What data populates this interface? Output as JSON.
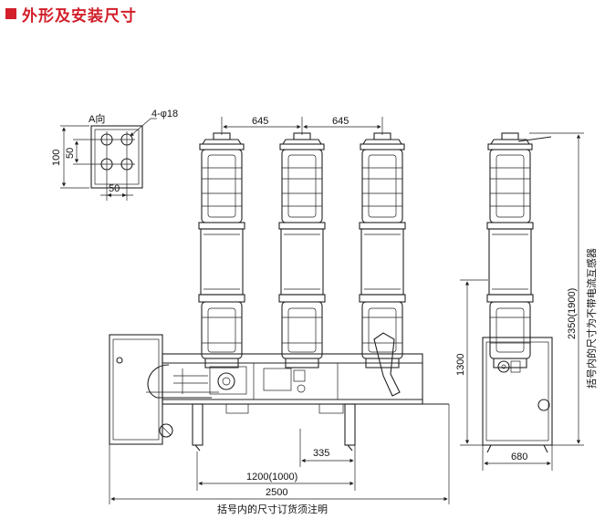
{
  "header": {
    "title": "外形及安装尺寸",
    "accent_color": "#d21f2a",
    "icon": "red-square-icon"
  },
  "detail_view": {
    "view_label": "A向",
    "hole_spec": "4-φ18",
    "dim_height": "100",
    "dim_hole_spacing_v": "50",
    "dim_hole_spacing_h": "50"
  },
  "front_view": {
    "pole_spacing_left": "645",
    "pole_spacing_right": "645",
    "dim_335": "335",
    "dim_1200": "1200(1000)",
    "dim_2500": "2500",
    "note": "括号内的尺寸订货须注明"
  },
  "side_view": {
    "dim_height_1300": "1300",
    "dim_depth_680": "680",
    "dim_total_height": "2350(1900)",
    "dim_note": "括号内的尺寸为不带电流互感器"
  }
}
